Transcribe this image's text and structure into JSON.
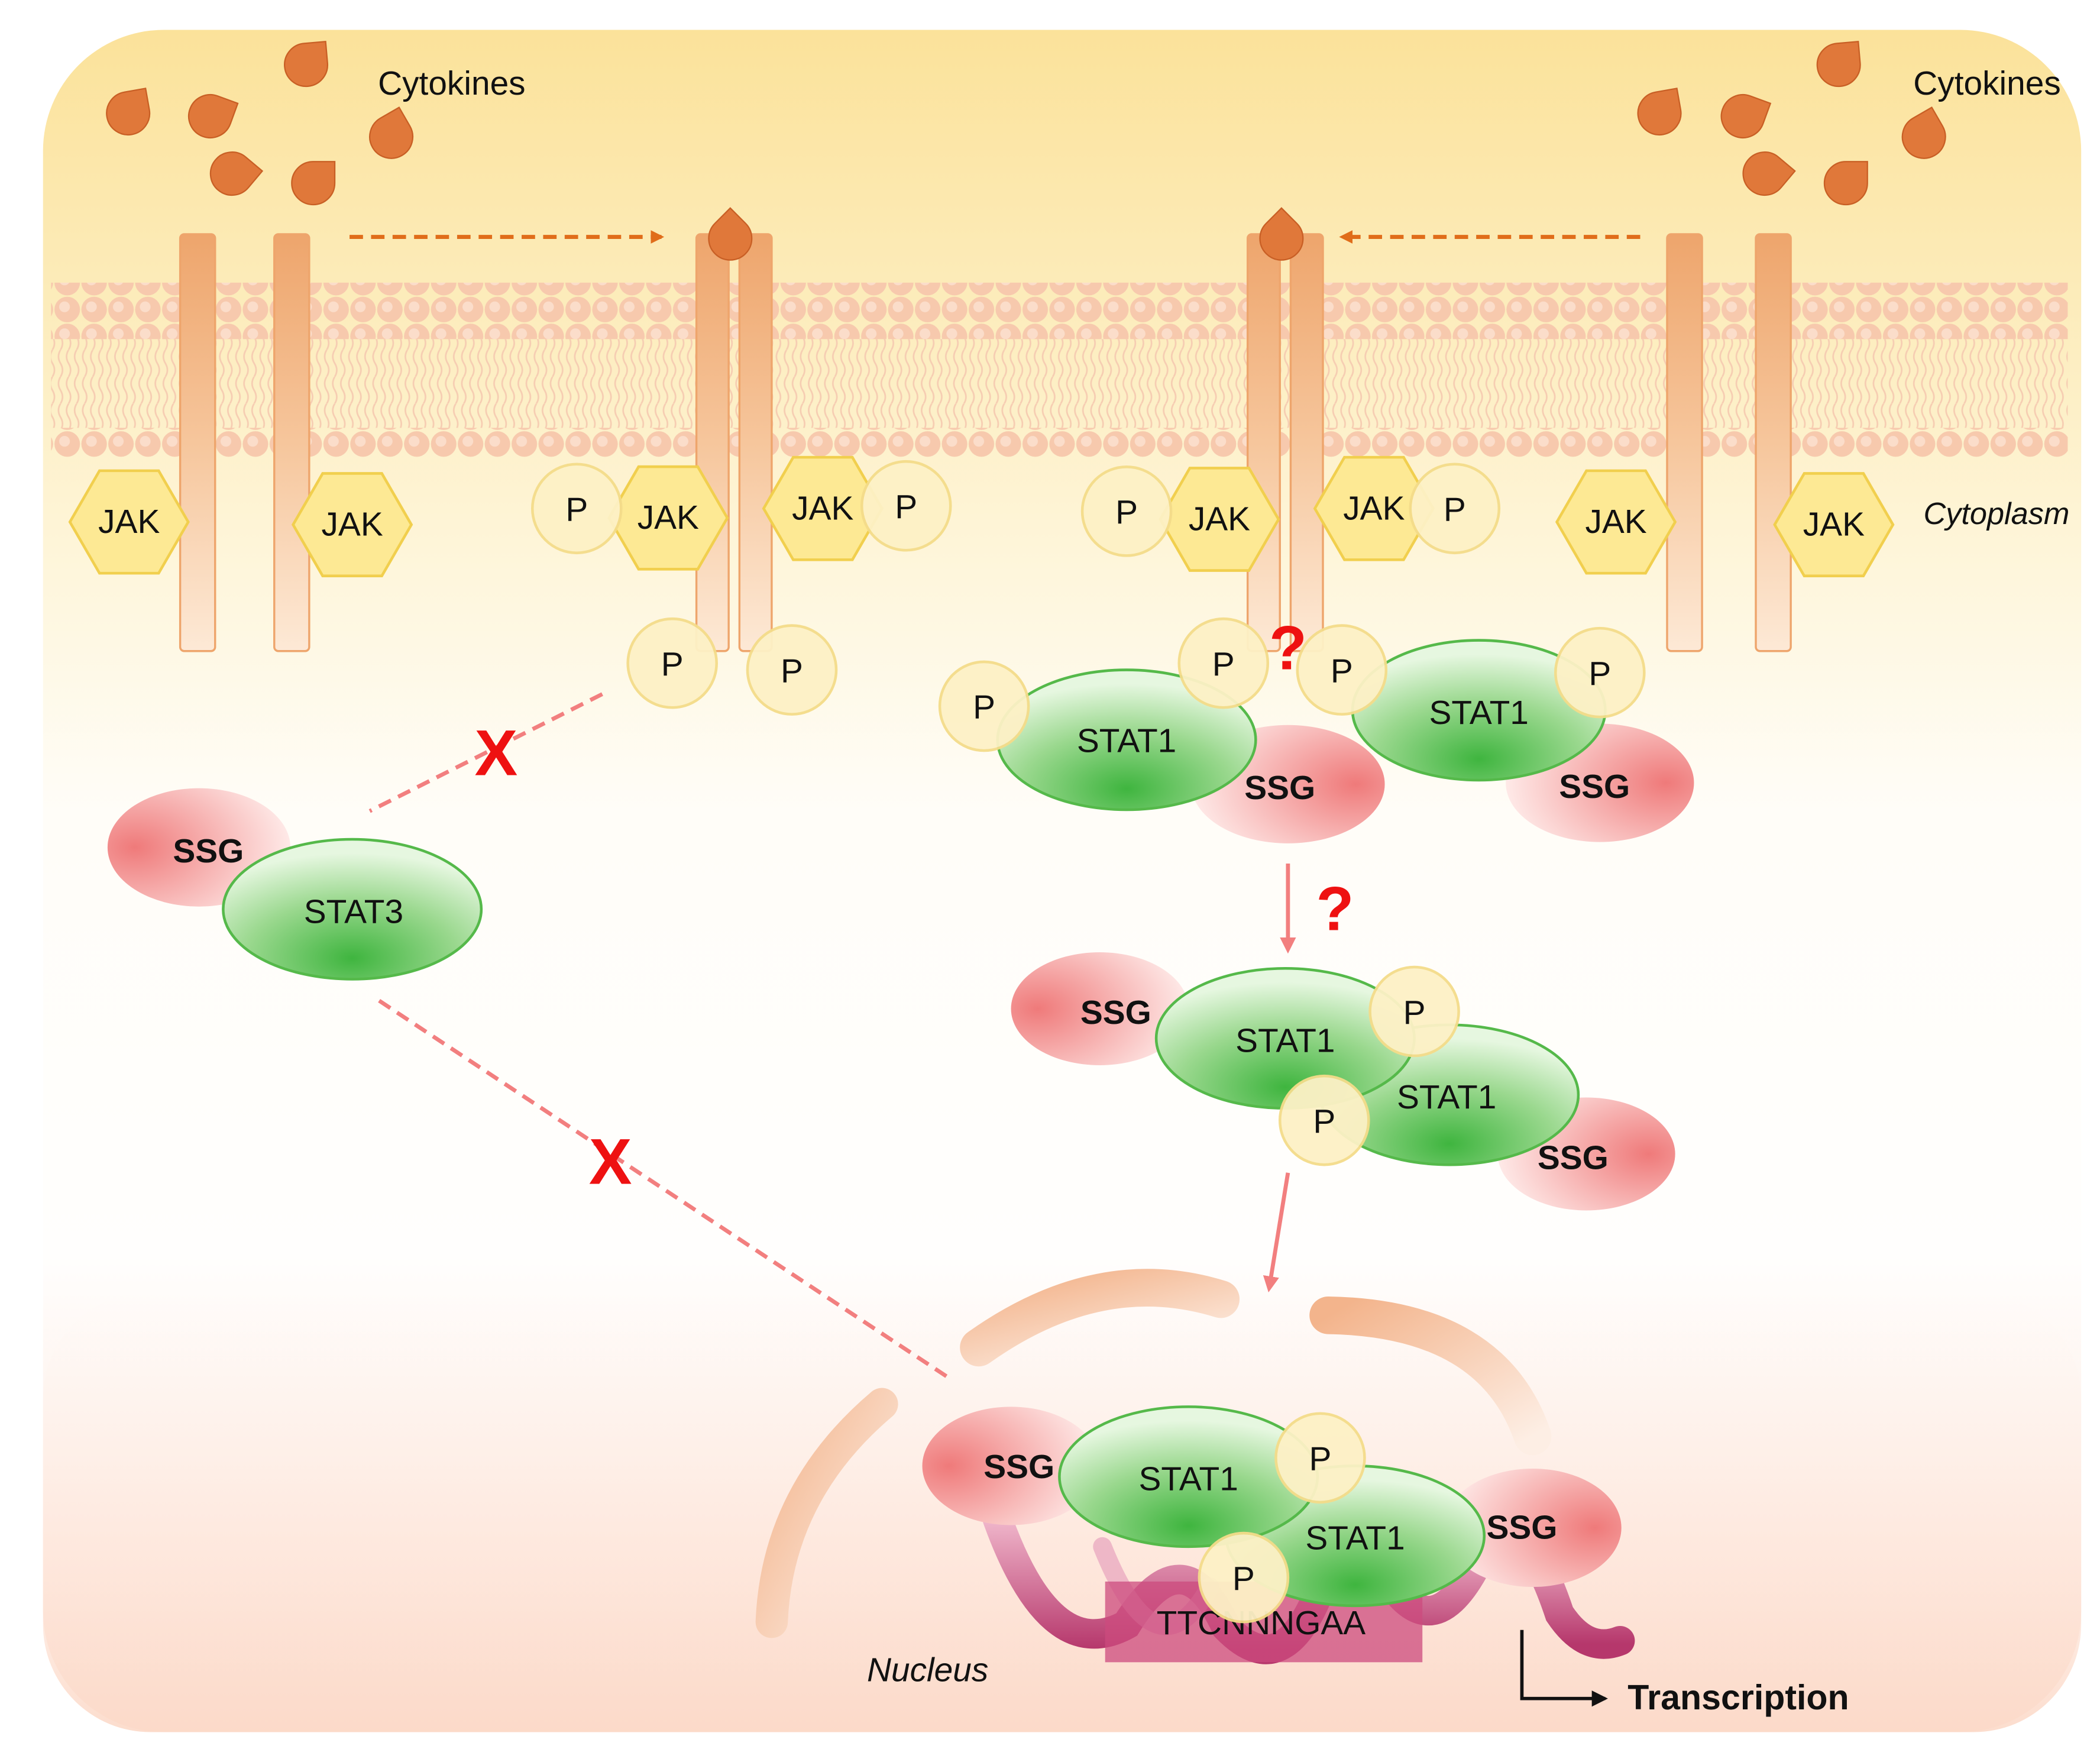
{
  "labels": {
    "cytokines_left": "Cytokines",
    "cytokines_right": "Cytokines",
    "cytoplasm": "Cytoplasm",
    "nucleus": "Nucleus",
    "transcription": "Transcription",
    "dna_motif": "TTCNNNGAA",
    "jak": "JAK",
    "p": "P",
    "stat1": "STAT1",
    "stat3": "STAT3",
    "ssg": "SSG",
    "question_mark": "?",
    "cross_mark": "X"
  },
  "colors": {
    "membrane_band": "#fbe29a",
    "phospholipid_head": "#f7c9ad",
    "receptor": "#f2b989",
    "cytokine": "#e0783a",
    "jak_fill": "#fde994",
    "jak_stroke": "#f1cf4e",
    "phospho_fill": "#fdf1c6",
    "stat_green": "#5ccb5c",
    "stat_stroke": "#55b94a",
    "ssg_pink": "#f08c8c",
    "arrow_orange": "#e06d1a",
    "inhibit_line": "#f27f7f",
    "red_mark": "#ee1111",
    "dna_magenta": "#b8336a",
    "nucleus_fill": "#fde6dc"
  }
}
